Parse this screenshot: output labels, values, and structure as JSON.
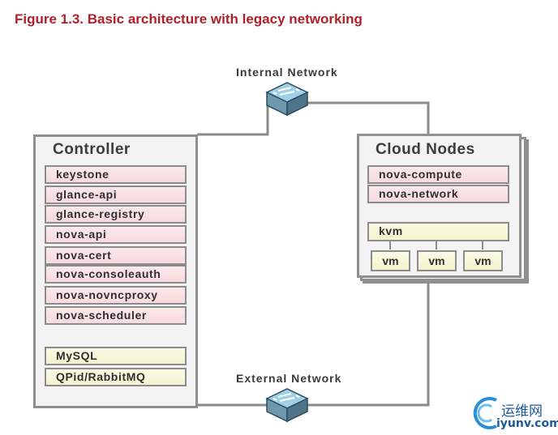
{
  "figure": {
    "title": "Figure 1.3. Basic architecture with legacy networking"
  },
  "controller": {
    "title": "Controller",
    "services": [
      "keystone",
      "glance-api",
      "glance-registry",
      "nova-api",
      "nova-cert",
      "nova-consoleauth",
      "nova-novncproxy",
      "nova-scheduler"
    ],
    "datastores": [
      "MySQL",
      "QPid/RabbitMQ"
    ]
  },
  "cloud_nodes": {
    "title": "Cloud Nodes",
    "services": [
      "nova-compute",
      "nova-network"
    ],
    "hypervisor": "kvm",
    "vms": [
      "vm",
      "vm",
      "vm"
    ]
  },
  "networks": {
    "internal": "Internal Network",
    "external": "External Network"
  },
  "watermark": {
    "line1": "运维网",
    "line2": "iyunv.com"
  },
  "colors": {
    "title": "#b0202a",
    "service_fill": "#f7dadd",
    "datastore_fill": "#f3f3cf",
    "border": "#8c8c8c"
  }
}
